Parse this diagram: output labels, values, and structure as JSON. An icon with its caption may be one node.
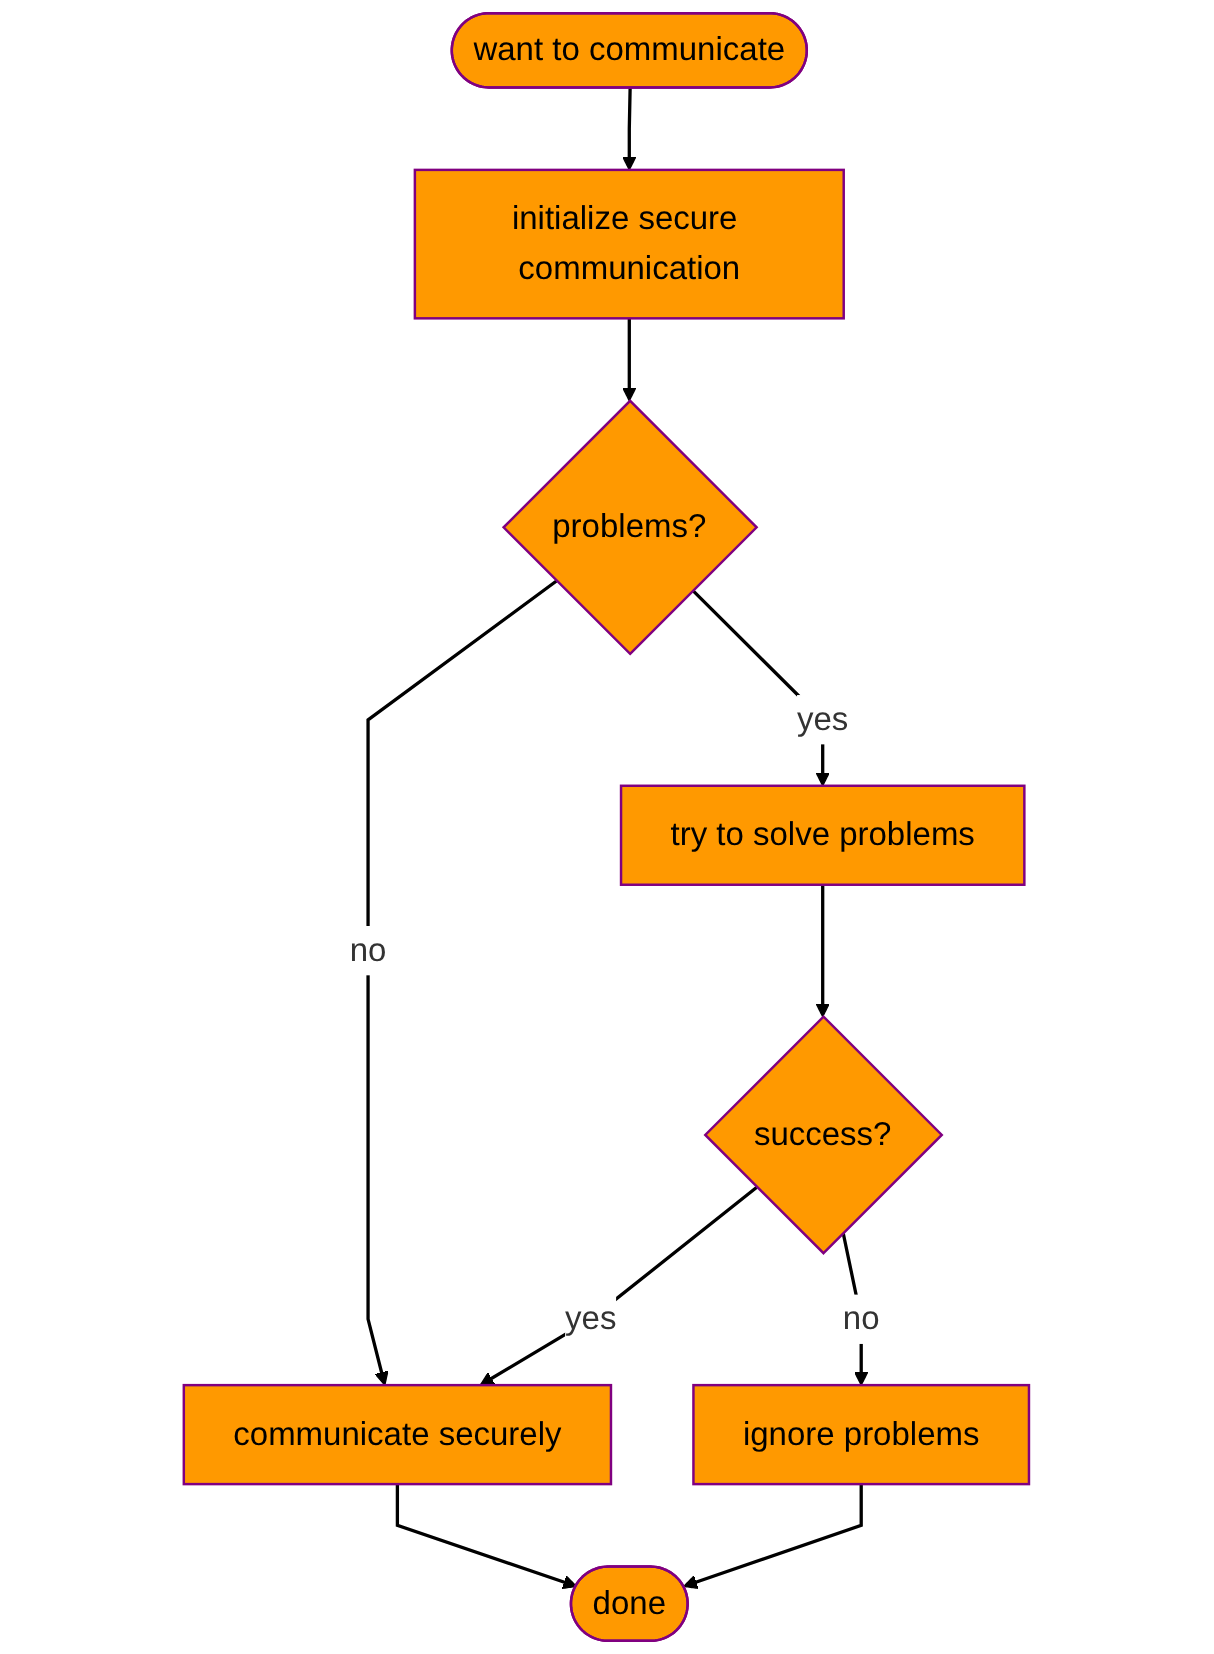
{
  "diagram": {
    "nodes": [
      {
        "text": [
          "want to communicate"
        ]
      },
      {
        "text": [
          "initialize secure communication"
        ]
      },
      {
        "text": [
          "problems?"
        ]
      },
      {
        "text": [
          "try to solve problems"
        ]
      },
      {
        "text": [
          "success?"
        ]
      },
      {
        "text": [
          "communicate securely"
        ]
      },
      {
        "text": [
          "ignore problems"
        ]
      },
      {
        "text": [
          "done"
        ]
      }
    ],
    "edges": [
      {
        "from": 0,
        "to": 1,
        "arrow": "to"
      },
      {
        "from": 1,
        "to": 2,
        "arrow": "to"
      },
      {
        "from": 2,
        "to": 5,
        "arrow": "to",
        "label": "no"
      },
      {
        "from": 2,
        "to": 3,
        "arrow": "to",
        "label": "yes"
      },
      {
        "from": 3,
        "to": 4,
        "arrow": "to"
      },
      {
        "from": 4,
        "to": 5,
        "arrow": "to",
        "label": "yes"
      },
      {
        "from": 4,
        "to": 6,
        "arrow": "to",
        "label": "no"
      },
      {
        "from": 5,
        "to": 7,
        "arrow": "to"
      },
      {
        "from": 6,
        "to": 7,
        "arrow": "to"
      }
    ]
  }
}
